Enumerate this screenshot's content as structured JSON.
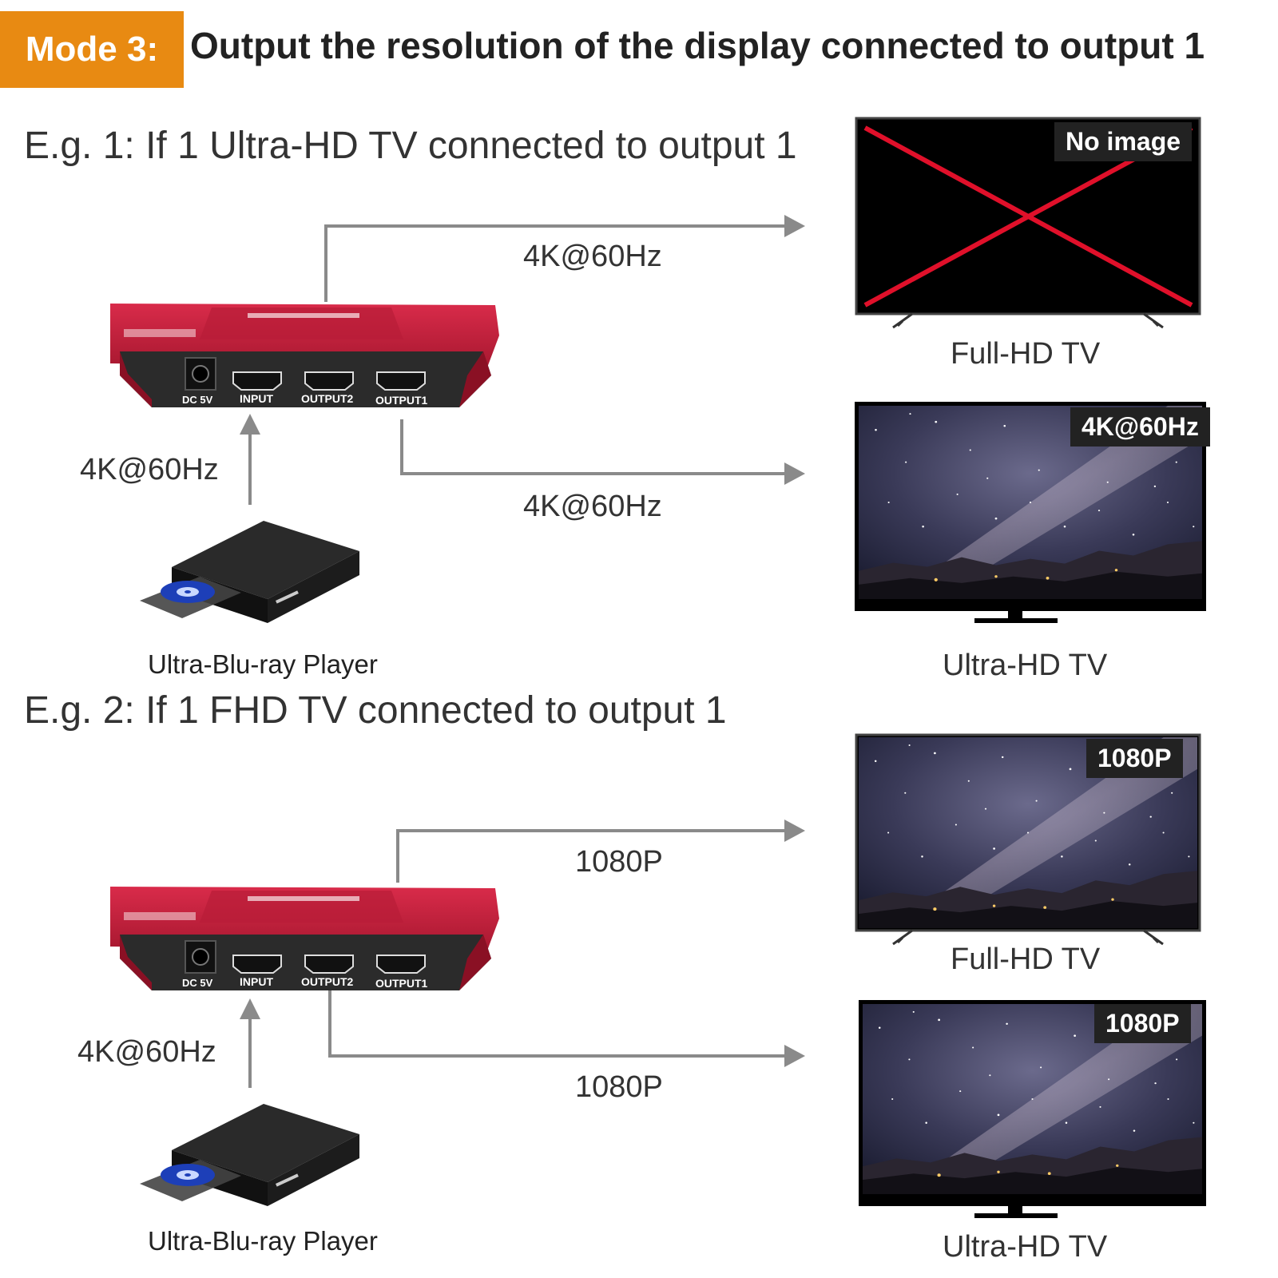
{
  "header": {
    "mode_label": "Mode 3:",
    "title": "Output the resolution of the display connected to output 1"
  },
  "example1": {
    "title": "E.g. 1: If 1 Ultra-HD TV connected to output 1",
    "input_signal": "4K@60Hz",
    "output_top_signal": "4K@60Hz",
    "output_bottom_signal": "4K@60Hz",
    "tv_top": {
      "caption": "Full-HD TV",
      "overlay": "No image"
    },
    "tv_bottom": {
      "caption": "Ultra-HD TV",
      "overlay": "4K@60Hz"
    },
    "player_caption": "Ultra-Blu-ray Player"
  },
  "example2": {
    "title": "E.g. 2: If 1 FHD TV connected to output 1",
    "input_signal": "4K@60Hz",
    "output_top_signal": "1080P",
    "output_bottom_signal": "1080P",
    "tv_top": {
      "caption": "Full-HD TV",
      "overlay": "1080P"
    },
    "tv_bottom": {
      "caption": "Ultra-HD TV",
      "overlay": "1080P"
    },
    "player_caption": "Ultra-Blu-ray Player"
  },
  "splitter": {
    "ports": [
      "DC 5V",
      "INPUT",
      "OUTPUT2",
      "OUTPUT1"
    ]
  },
  "colors": {
    "mode_accent": "#e88a12",
    "splitter_red": "#c8233f",
    "arrow_gray": "#8a8a8a",
    "no_image_cross": "#e0102a"
  }
}
